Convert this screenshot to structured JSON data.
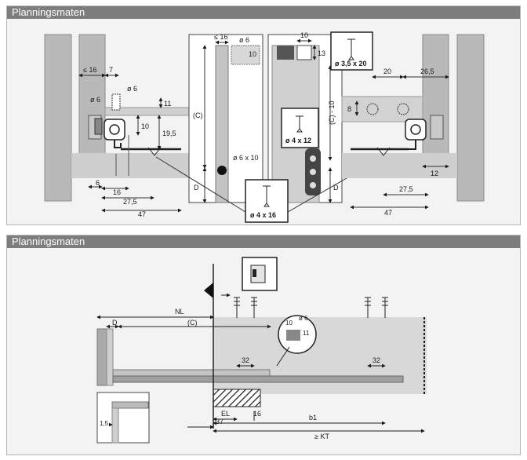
{
  "panels": [
    {
      "title": "Planningsmaten"
    },
    {
      "title": "Planningsmaten"
    }
  ],
  "top": {
    "left": {
      "d16": "≤ 16",
      "d7": "7",
      "phi6a": "ø 6",
      "phi6b": "ø 6",
      "d11": "11",
      "d10": "10",
      "d19_5": "19,5",
      "d6": "6",
      "d16b": "16",
      "d27_5": "27,5",
      "d47": "47"
    },
    "center": {
      "d16": "≤ 16",
      "phi6": "ø 6",
      "d10": "10",
      "c": "(C)",
      "phi6x10": "ø 6 x 10",
      "d": "D"
    },
    "centerRight": {
      "d10": "10",
      "d13": "13",
      "c10": "(C) - 10",
      "d": "D"
    },
    "screws": {
      "s1": "ø 3,5 x 20",
      "s2": "ø 4 x 12",
      "s3": "ø 4 x 16"
    },
    "right": {
      "d20": "20",
      "d26_5": "26,5",
      "d8": "8",
      "d12": "12",
      "d27_5": "27,5",
      "d47": "47"
    }
  },
  "bottom": {
    "nl": "NL",
    "d": "D",
    "c": "(C)",
    "d32a": "32",
    "d32b": "32",
    "d10": "10",
    "phi6": "ø 6",
    "d11": "11",
    "el": "EL",
    "d16": "16",
    "d37": "37",
    "b1": "b1",
    "kt": "≥ KT",
    "d1_5": "1,5"
  }
}
